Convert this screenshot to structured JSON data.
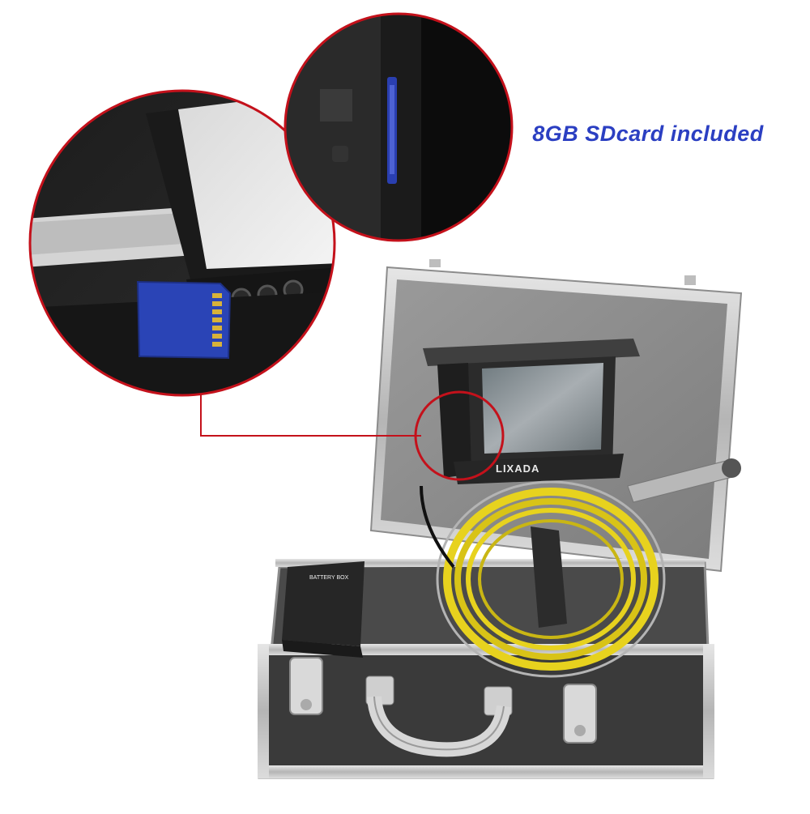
{
  "caption": "8GB SDcard included",
  "brand_text": "LIXADA",
  "battery_box_label": "BATTERY BOX",
  "colors": {
    "caption": "#2b3fc2",
    "callout_ring": "#c4111b",
    "sd_card": "#2a44b6",
    "cable": "#e7d21e",
    "case_panel": "#3a3a3a",
    "aluminium": "#c9c9c9"
  }
}
